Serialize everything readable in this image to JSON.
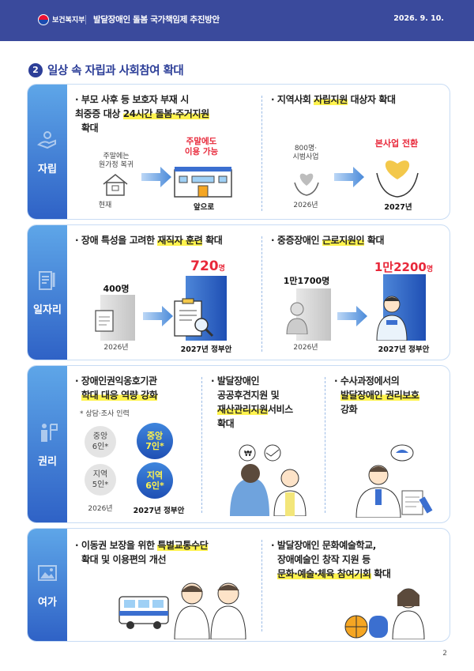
{
  "header": {
    "org": "보건복지부",
    "doc_title": "발달장애인 돌봄 국가책임제 추진방안",
    "date": "2026. 9. 10."
  },
  "section": {
    "number": "2",
    "title": "일상 속 자립과 사회참여 확대"
  },
  "p1": {
    "tab": "자립",
    "b1": {
      "l1": "· 부모 사후 등 보호자 부재 시",
      "l2a": "최중증 대상 ",
      "l2h": "24시간 돌봄·주거지원",
      "l3": "확대",
      "before_note": "주말에는\n원가정 복귀",
      "after_red": "주말에도\n이용 가능",
      "cap_before": "현재",
      "cap_after": "앞으로"
    },
    "b2": {
      "pre": "· 지역사회 ",
      "hl": "자립지원",
      "post": " 대상자 확대",
      "before_note": "800명·\n시범사업",
      "after_red": "본사업 전환",
      "cap_before": "2026년",
      "cap_after": "2027년"
    }
  },
  "p2": {
    "tab": "일자리",
    "b1": {
      "pre": "· 장애 특성을 고려한 ",
      "hl": "재직자 훈련",
      "post": " 확대",
      "v_before": "400명",
      "v_after_num": "720",
      "v_after_unit": "명",
      "cap_before": "2026년",
      "cap_after": "2027년 정부안"
    },
    "b2": {
      "pre": "· 중증장애인 ",
      "hl": "근로지원인",
      "post": " 확대",
      "v_before": "1만1700명",
      "v_after_num": "1만2200",
      "v_after_unit": "명",
      "cap_before": "2026년",
      "cap_after": "2027년 정부안"
    }
  },
  "p3": {
    "tab": "권리",
    "b1": {
      "l1": "· 장애인권익옹호기관",
      "l2": "학대 대응 역량 강화",
      "note": "* 상담·조사 인력",
      "c1": "중앙\n6인*",
      "c2": "지역\n5인*",
      "c3": "중앙\n7인*",
      "c4": "지역\n6인*",
      "cap_before": "2026년",
      "cap_after": "2027년 정부안"
    },
    "b2": {
      "l1": "· 발달장애인",
      "l2": "공공후견지원 및",
      "l3h": "재산관리지원",
      "l3": "서비스",
      "l4": "확대"
    },
    "b3": {
      "l1": "· 수사과정에서의",
      "l2": "발달장애인 권리보호",
      "l3": "강화"
    }
  },
  "p4": {
    "tab": "여가",
    "b1": {
      "l1pre": "· 이동권 보장을 위한 ",
      "l1h": "특별교통수단",
      "l2": "확대 및 이용편의 개선"
    },
    "b2": {
      "l1": "· 발달장애인 문화예술학교,",
      "l2": "장애예술인 창작 지원 등",
      "l3h": "문화·예술·체육 참여기회",
      "l3": " 확대"
    }
  },
  "page_number": "2",
  "colors": {
    "navy": "#3a4a9c",
    "accent_blue": "#2f62c6",
    "red": "#e8283a",
    "highlight": "#fff34d"
  }
}
